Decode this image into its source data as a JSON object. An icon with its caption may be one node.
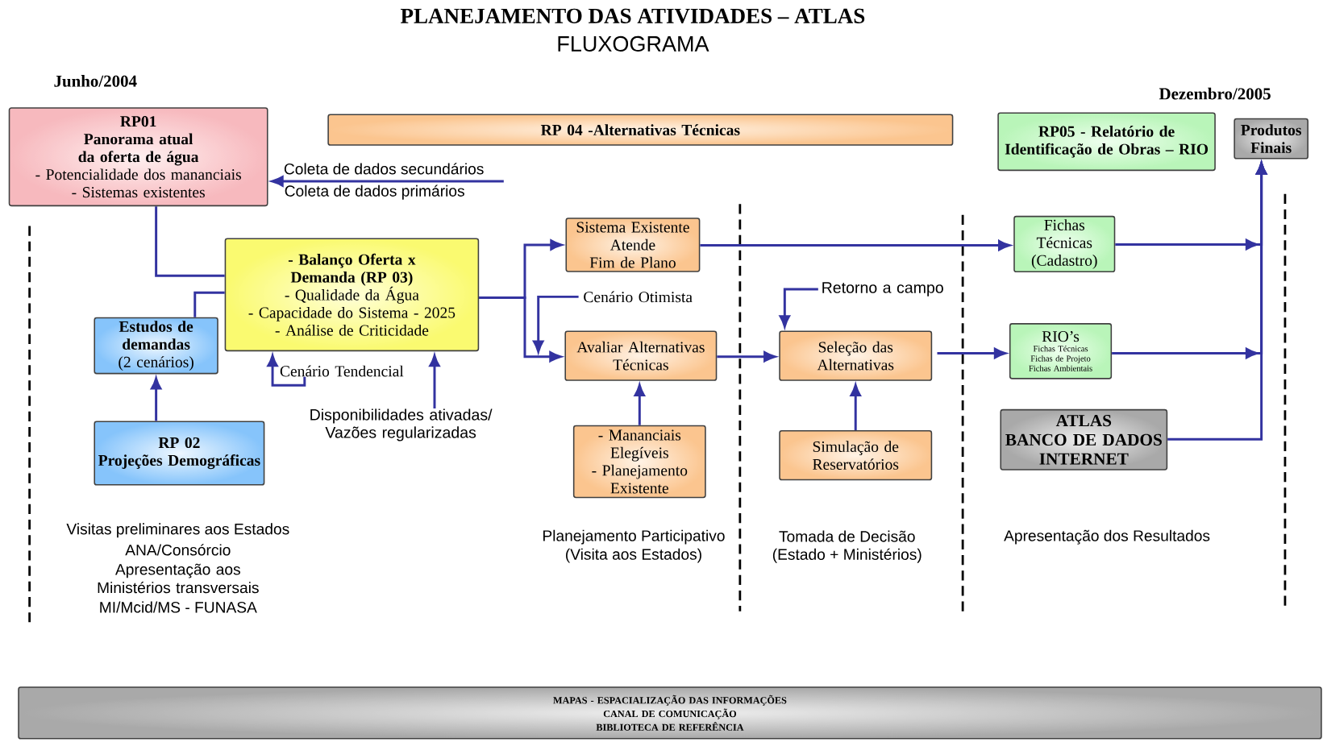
{
  "diagram": {
    "title": "PLANEJAMENTO DAS ATIVIDADES – ATLAS",
    "nodes": [
      {
        "text": [
          "RP01",
          "Panorama atual da oferta de água",
          "- Potencialidade dos mananciais",
          "- Sistemas existentes"
        ]
      },
      {
        "text": [
          "RP 04 -Alternativas Técnicas"
        ]
      },
      {
        "text": [
          "RP05 - Relatório de Identificação de Obras – RIO"
        ]
      },
      {
        "text": [
          "Produtos Finais"
        ]
      },
      {
        "text": [
          "- Balanço Oferta x Demanda (RP 03)",
          "- Qualidade da Água",
          "- Capacidade do Sistema - 2025",
          "- Análise de Criticidade"
        ]
      },
      {
        "text": [
          "Estudos de demandas",
          "(2 cenários)"
        ]
      },
      {
        "text": [
          "RP 02",
          "Projeções Demográficas"
        ]
      },
      {
        "text": [
          "Sistema Existente",
          "Atende",
          "Fim de Plano"
        ]
      },
      {
        "text": [
          "Avaliar Alternativas Técnicas"
        ]
      },
      {
        "text": [
          "- Mananciais Elegíveis",
          "- Planejamento Existente"
        ]
      },
      {
        "text": [
          "Seleção das Alternativas"
        ]
      },
      {
        "text": [
          "Simulação de Reservatórios"
        ]
      },
      {
        "text": [
          "Fichas Técnicas (Cadastro)"
        ]
      },
      {
        "text": [
          "RIO’s",
          "Fichas Técnicas",
          "Fichas de Projeto",
          "Fichas Ambientais"
        ]
      },
      {
        "text": [
          "ATLAS",
          "BANCO DE DADOS",
          "INTERNET"
        ]
      },
      {
        "text": [
          "MAPAS - ESPACIALIZAÇÃO DAS INFORMAÇÕES",
          "CANAL DE COMUNICAÇÃO",
          "BIBLIOTECA DE REFERÊNCIA"
        ]
      },
      {
        "text": [
          "Cenário Tendencial"
        ]
      },
      {
        "text": [
          "Disponibilidades ativadas/ Vazões regularizadas"
        ]
      },
      {
        "text": [
          "Cenário Otimista"
        ]
      },
      {
        "text": [
          "Retorno a campo"
        ]
      }
    ],
    "edges": [
      {
        "from": null,
        "to": 0,
        "arrow": "to"
      },
      {
        "from": 0,
        "to": 4,
        "arrow": "none"
      },
      {
        "from": 5,
        "to": 4,
        "arrow": "none"
      },
      {
        "from": 6,
        "to": 5,
        "arrow": "to"
      },
      {
        "from": 16,
        "to": 4,
        "arrow": "to"
      },
      {
        "from": 17,
        "to": 4,
        "arrow": "to"
      },
      {
        "from": 4,
        "to": 7,
        "arrow": "to"
      },
      {
        "from": 4,
        "to": 8,
        "arrow": "to"
      },
      {
        "from": 18,
        "to": 8,
        "arrow": "to"
      },
      {
        "from": 8,
        "to": 10,
        "arrow": "to"
      },
      {
        "from": 9,
        "to": 8,
        "arrow": "to"
      },
      {
        "from": 11,
        "to": 10,
        "arrow": "to"
      },
      {
        "from": 19,
        "to": 10,
        "arrow": "to"
      },
      {
        "from": 7,
        "to": 12,
        "arrow": "to"
      },
      {
        "from": 10,
        "to": 13,
        "arrow": "to"
      },
      {
        "from": 12,
        "to": 3,
        "arrow": "to"
      },
      {
        "from": 13,
        "to": 3,
        "arrow": "to"
      },
      {
        "from": 14,
        "to": 3,
        "arrow": "to"
      }
    ],
    "labels": [
      "FLUXOGRAMA",
      "Junho/2004",
      "Dezembro/2005",
      "Coleta de dados secundários",
      "Coleta de dados primários",
      "Visitas preliminares aos Estados",
      "ANA/Consórcio",
      "Apresentação aos Ministérios transversais",
      "MI/Mcid/MS - FUNASA",
      "Planejamento Participativo",
      "(Visita aos Estados)",
      "Tomada de Decisão",
      "(Estado + Ministérios)",
      "Apresentação dos Resultados"
    ]
  }
}
